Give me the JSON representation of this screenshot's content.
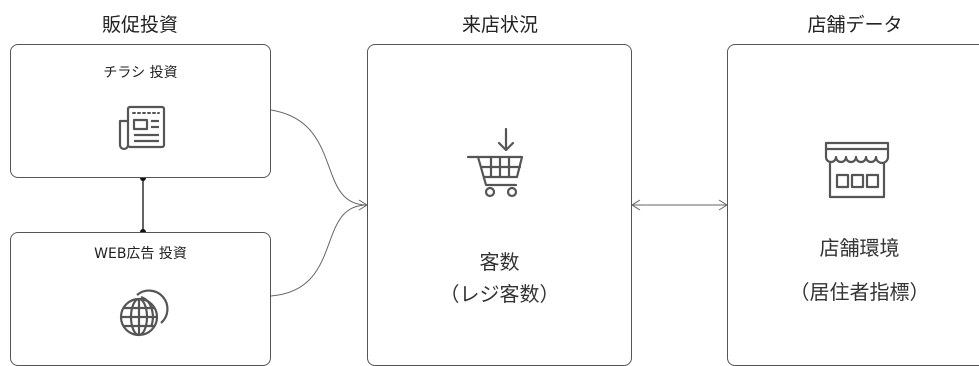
{
  "columns": {
    "promo": {
      "heading": "販促投資"
    },
    "visit": {
      "heading": "来店状況"
    },
    "store": {
      "heading": "店舗データ"
    }
  },
  "boxes": {
    "flyer": {
      "label": "チラシ 投資",
      "icon": "newspaper-icon"
    },
    "web_ad": {
      "label": "WEB広告 投資",
      "icon": "globe-icon"
    },
    "visitors": {
      "line1": "客数",
      "line2": "（レジ客数）",
      "icon": "shopping-cart-icon"
    },
    "environment": {
      "line1": "店舗環境",
      "line2": "（居住者指標）",
      "icon": "storefront-icon"
    }
  },
  "colors": {
    "border": "#555555",
    "icon": "#555555",
    "connector": "#666666",
    "joint": "#111111"
  }
}
